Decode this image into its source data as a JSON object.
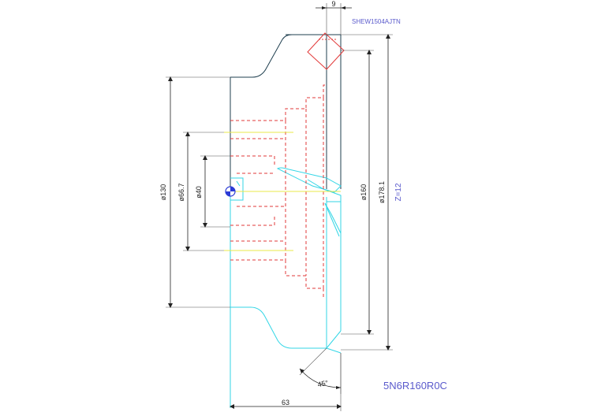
{
  "drawing": {
    "insert_code": "SHEW1504AJTN",
    "part_number": "5N6R160R0C",
    "tooth_count": "Z=12",
    "dimensions": {
      "insert_width": "9",
      "diameter_130": "ø130",
      "diameter_66_7": "ø66.7",
      "diameter_40": "ø40",
      "diameter_160": "ø160",
      "diameter_178_1": "ø178.1",
      "height_63": "63",
      "lead_angle": "45°"
    },
    "colors": {
      "outline_dark": "#1f3f4f",
      "outline_cyan": "#33d6e6",
      "hidden_lines": "#e23a3a",
      "centerline": "#e8e84a",
      "annotation_blue": "#5a5acc"
    }
  }
}
